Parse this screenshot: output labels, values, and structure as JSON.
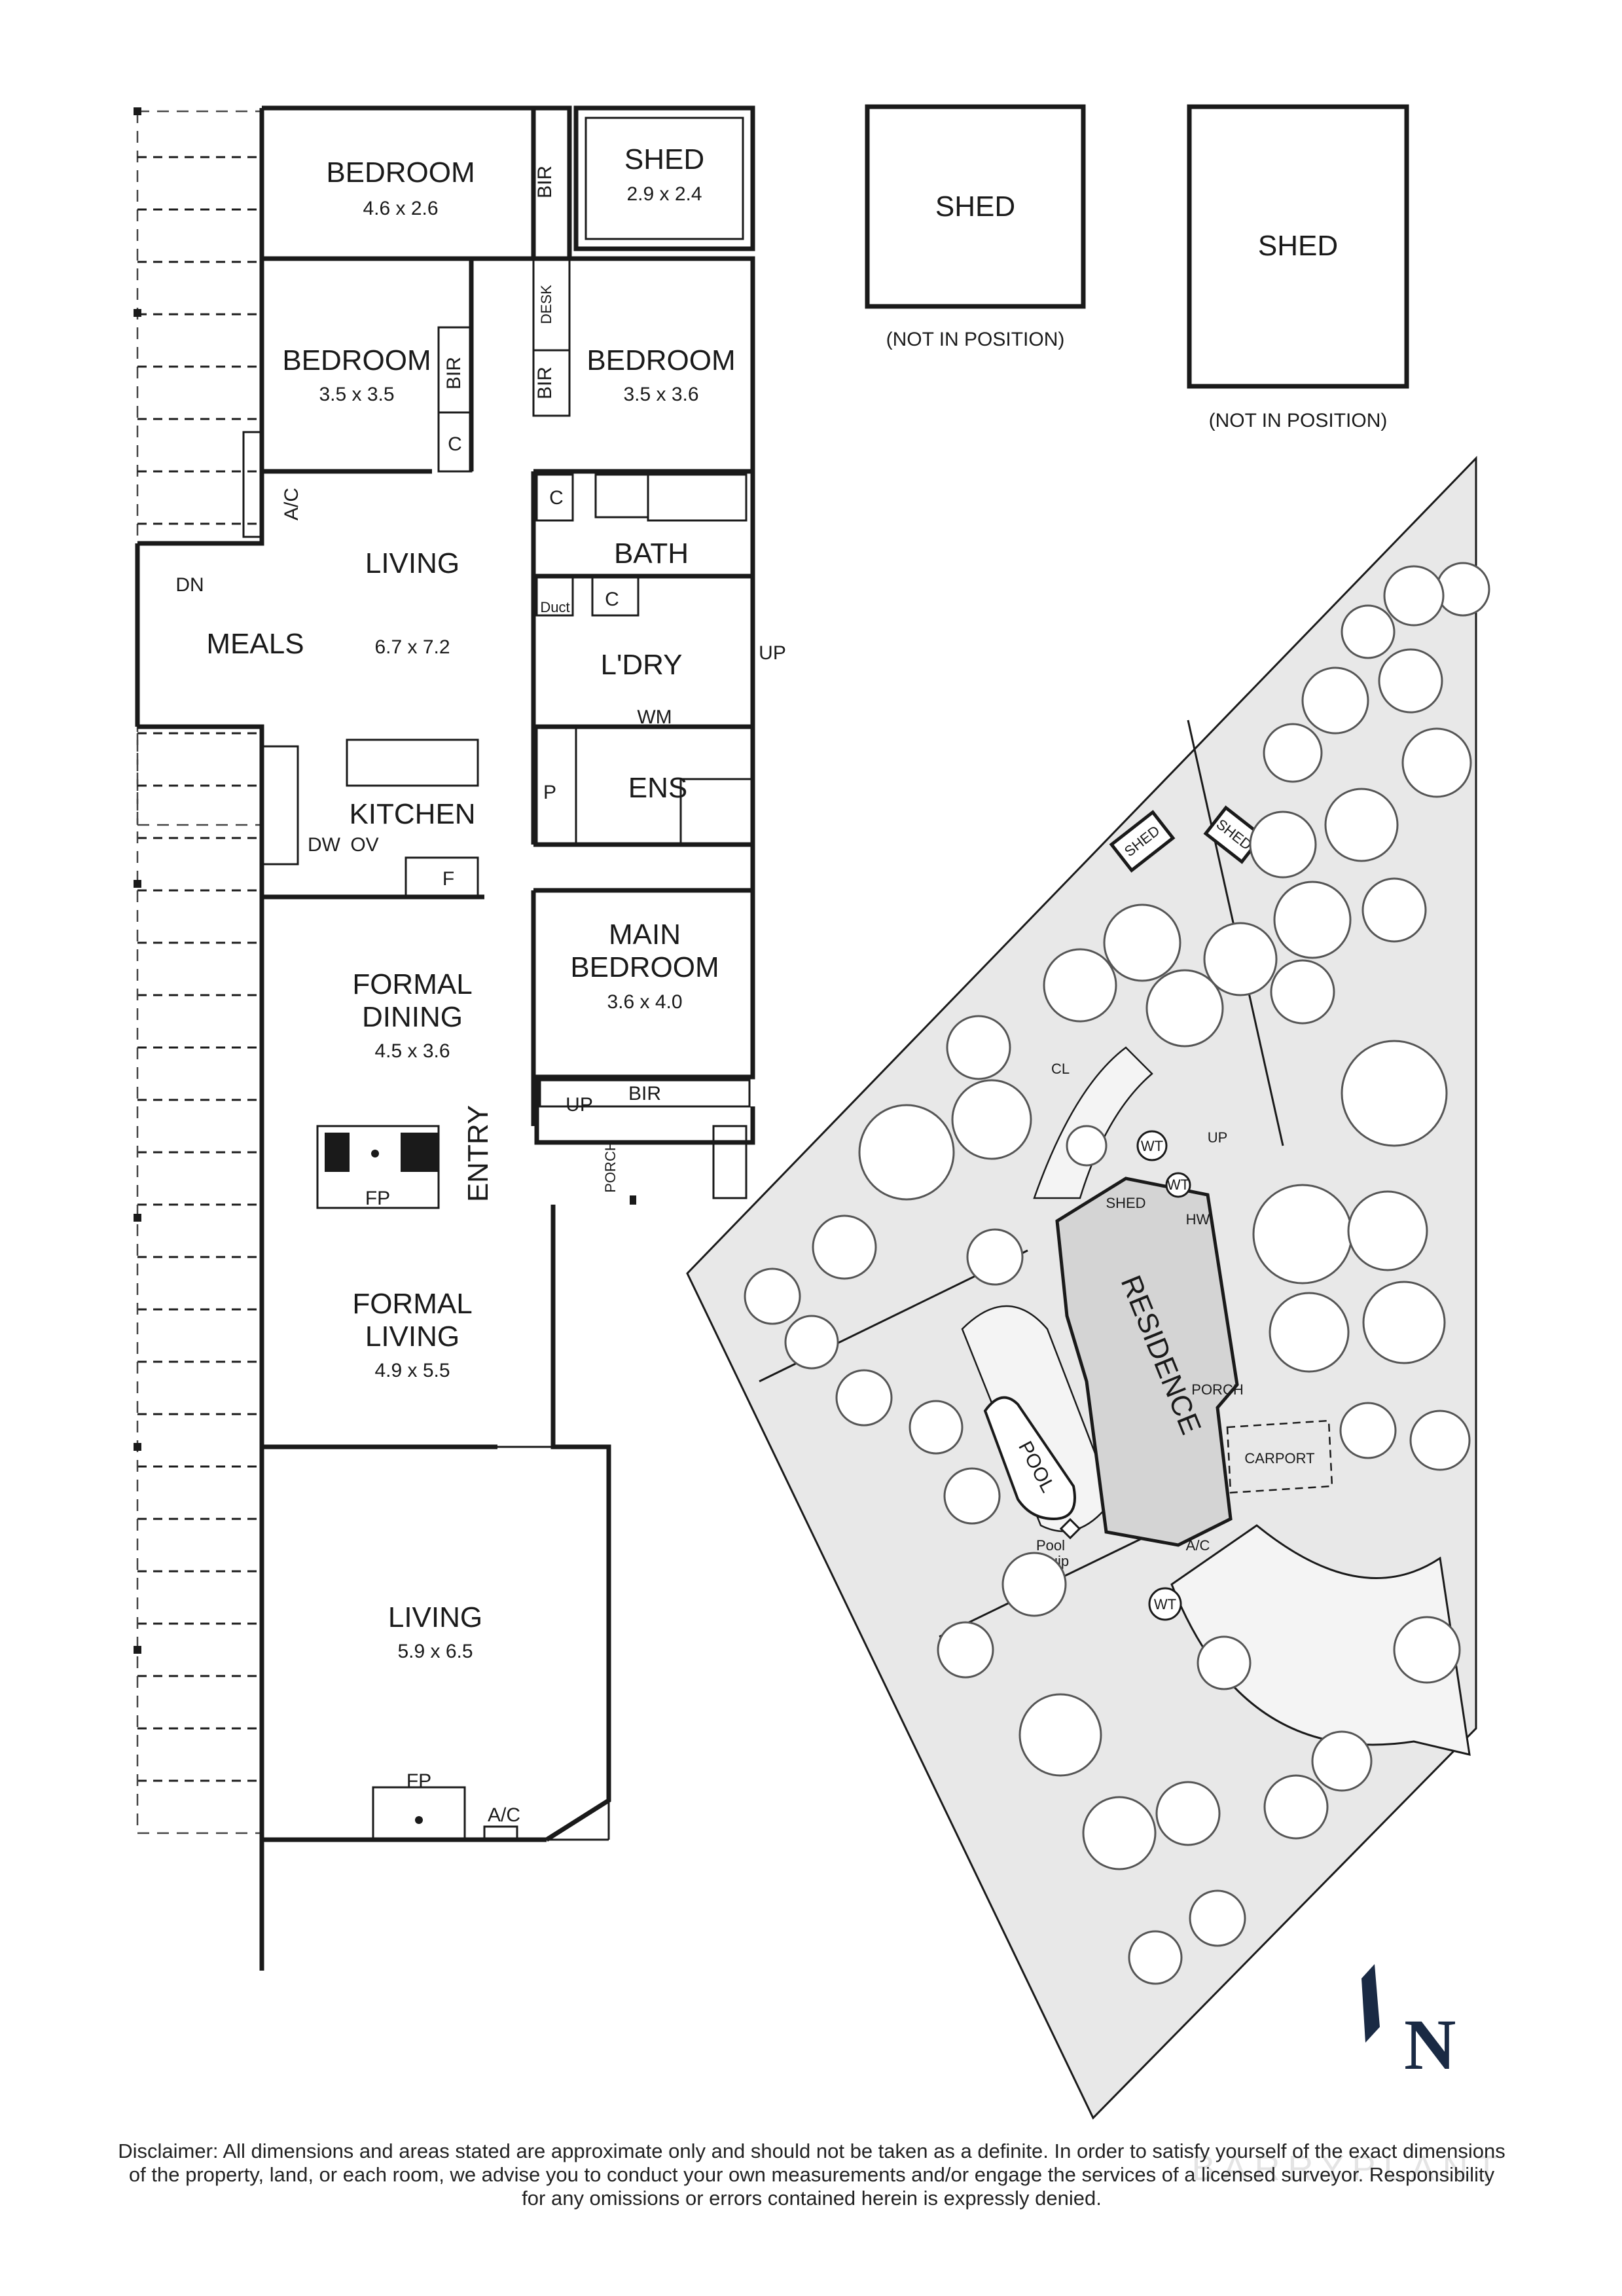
{
  "floor_plan": {
    "rooms": [
      {
        "id": "bedroom-1",
        "name": "BEDROOM",
        "dims": "4.6 x 2.6"
      },
      {
        "id": "shed-main",
        "name": "SHED",
        "dims": "2.9 x 2.4"
      },
      {
        "id": "bedroom-2",
        "name": "BEDROOM",
        "dims": "3.5 x 3.5"
      },
      {
        "id": "bedroom-3",
        "name": "BEDROOM",
        "dims": "3.5 x 3.6"
      },
      {
        "id": "living",
        "name": "LIVING",
        "dims": "6.7 x 7.2"
      },
      {
        "id": "meals",
        "name": "MEALS"
      },
      {
        "id": "kitchen",
        "name": "KITCHEN"
      },
      {
        "id": "bath",
        "name": "BATH"
      },
      {
        "id": "laundry",
        "name": "L'DRY"
      },
      {
        "id": "ensuite",
        "name": "ENS"
      },
      {
        "id": "main-bedroom",
        "name_line1": "MAIN",
        "name_line2": "BEDROOM",
        "dims": "3.6 x 4.0"
      },
      {
        "id": "formal-dining",
        "name_line1": "FORMAL",
        "name_line2": "DINING",
        "dims": "4.5 x 3.6"
      },
      {
        "id": "formal-living",
        "name_line1": "FORMAL",
        "name_line2": "LIVING",
        "dims": "4.9 x 5.5"
      },
      {
        "id": "living-2",
        "name": "LIVING",
        "dims": "5.9 x 6.5"
      }
    ],
    "fixtures": {
      "bir": "BIR",
      "desk": "DESK",
      "c": "C",
      "ac": "A/C",
      "dn": "DN",
      "up": "UP",
      "duct": "Duct",
      "wm": "WM",
      "p": "P",
      "dw": "DW",
      "ov": "OV",
      "f": "F",
      "fp": "FP",
      "entry": "ENTRY",
      "porch": "PORCH"
    },
    "sheds_not_in_position": [
      {
        "name": "SHED",
        "note": "(NOT IN POSITION)"
      },
      {
        "name": "SHED",
        "note": "(NOT IN POSITION)"
      }
    ]
  },
  "site_plan": {
    "labels": {
      "residence": "RESIDENCE",
      "pool": "POOL",
      "carport": "CARPORT",
      "shed": "SHED",
      "wt": "WT",
      "porch": "PORCH",
      "up": "UP",
      "pool_equip_1": "Pool",
      "pool_equip_2": "Equip",
      "ac": "A/C",
      "cl": "CL",
      "hw": "HW"
    }
  },
  "north": {
    "letter": "N"
  },
  "disclaimer": {
    "line1": "Disclaimer: All dimensions and areas stated are approximate only and should not be taken as a definite. In order to satisfy yourself of the exact dimensions",
    "line2": "of the property, land, or each room, we advise you to conduct your own measurements and/or engage the services of a licensed surveyor. Responsibility",
    "line3": "for any omissions or errors contained herein is expressly denied."
  },
  "watermark": "BARRYPLANT",
  "colors": {
    "ink": "#1a1a1a",
    "site_fill": "#e6e6e6",
    "tree": "#555555",
    "north": "#1a2a44"
  }
}
